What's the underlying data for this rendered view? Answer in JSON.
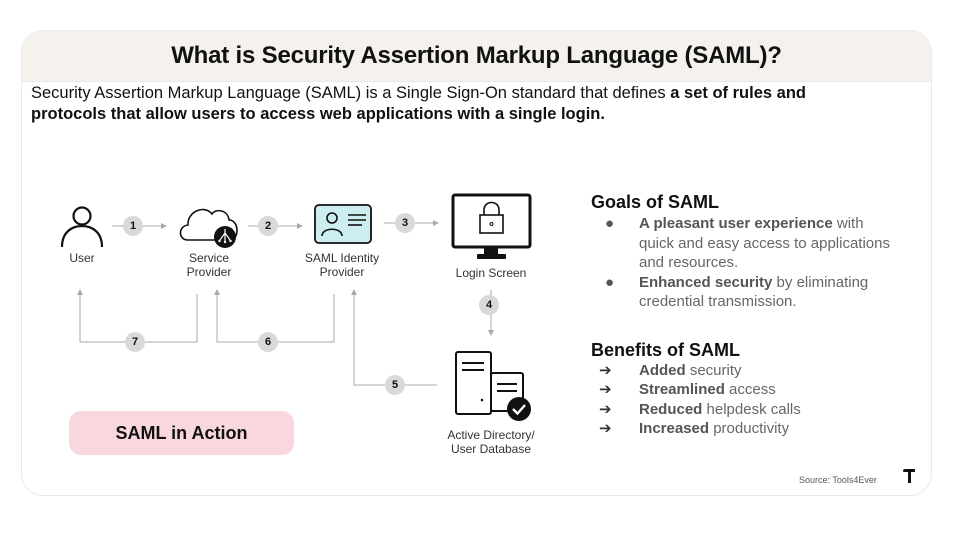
{
  "header": {
    "title": "What is Security Assertion Markup Language (SAML)?"
  },
  "intro": {
    "text_plain": "Security Assertion Markup Language (SAML) is a Single Sign-On standard that defines ",
    "text_bold": "a set of rules and protocols that allow users to access web applications with a single login."
  },
  "diagram": {
    "nodes": [
      {
        "id": "user",
        "label": "User",
        "icon": "user-icon"
      },
      {
        "id": "service-provider",
        "label": "Service Provider",
        "icon": "cloud-icon"
      },
      {
        "id": "identity-provider",
        "label": "SAML Identity Provider",
        "icon": "id-card-icon"
      },
      {
        "id": "login-screen",
        "label": "Login Screen",
        "icon": "monitor-lock-icon"
      },
      {
        "id": "active-directory",
        "label": "Active Directory/ User Database",
        "icon": "server-check-icon"
      }
    ],
    "node_labels": {
      "user": "User",
      "service_provider_1": "Service",
      "service_provider_2": "Provider",
      "identity_provider_1": "SAML Identity",
      "identity_provider_2": "Provider",
      "login_screen": "Login Screen",
      "active_directory_1": "Active Directory/",
      "active_directory_2": "User Database"
    },
    "steps": [
      {
        "number": "1",
        "from": "User",
        "to": "Service Provider"
      },
      {
        "number": "2",
        "from": "Service Provider",
        "to": "SAML Identity Provider"
      },
      {
        "number": "3",
        "from": "SAML Identity Provider",
        "to": "Login Screen"
      },
      {
        "number": "4",
        "from": "Login Screen",
        "to": "Active Directory/ User Database"
      },
      {
        "number": "5",
        "from": "Active Directory/ User Database",
        "to": "SAML Identity Provider"
      },
      {
        "number": "6",
        "from": "SAML Identity Provider",
        "to": "Service Provider"
      },
      {
        "number": "7",
        "from": "Service Provider",
        "to": "User"
      }
    ],
    "badge_label": "SAML in Action",
    "colors": {
      "id_card_fill": "#cdeef0",
      "badge_bg": "#f9d7de",
      "step_circle": "#d9d9d9",
      "connector": "#aaaaaa"
    }
  },
  "goals": {
    "title": "Goals of SAML",
    "bullet": "●",
    "items": [
      {
        "bold": "A pleasant user experience",
        "rest": " with quick and easy access to applications and resources."
      },
      {
        "bold": "Enhanced security",
        "rest": " by eliminating credential transmission."
      }
    ]
  },
  "benefits": {
    "title": "Benefits of SAML",
    "arrow": "➔",
    "items": [
      {
        "bold": "Added",
        "rest": " security"
      },
      {
        "bold": "Streamlined",
        "rest": " access"
      },
      {
        "bold": "Reduced",
        "rest": " helpdesk calls"
      },
      {
        "bold": "Increased",
        "rest": " productivity"
      }
    ]
  },
  "footer": {
    "source": "Source: Tools4Ever",
    "logo_icon": "brand-logo-icon"
  }
}
